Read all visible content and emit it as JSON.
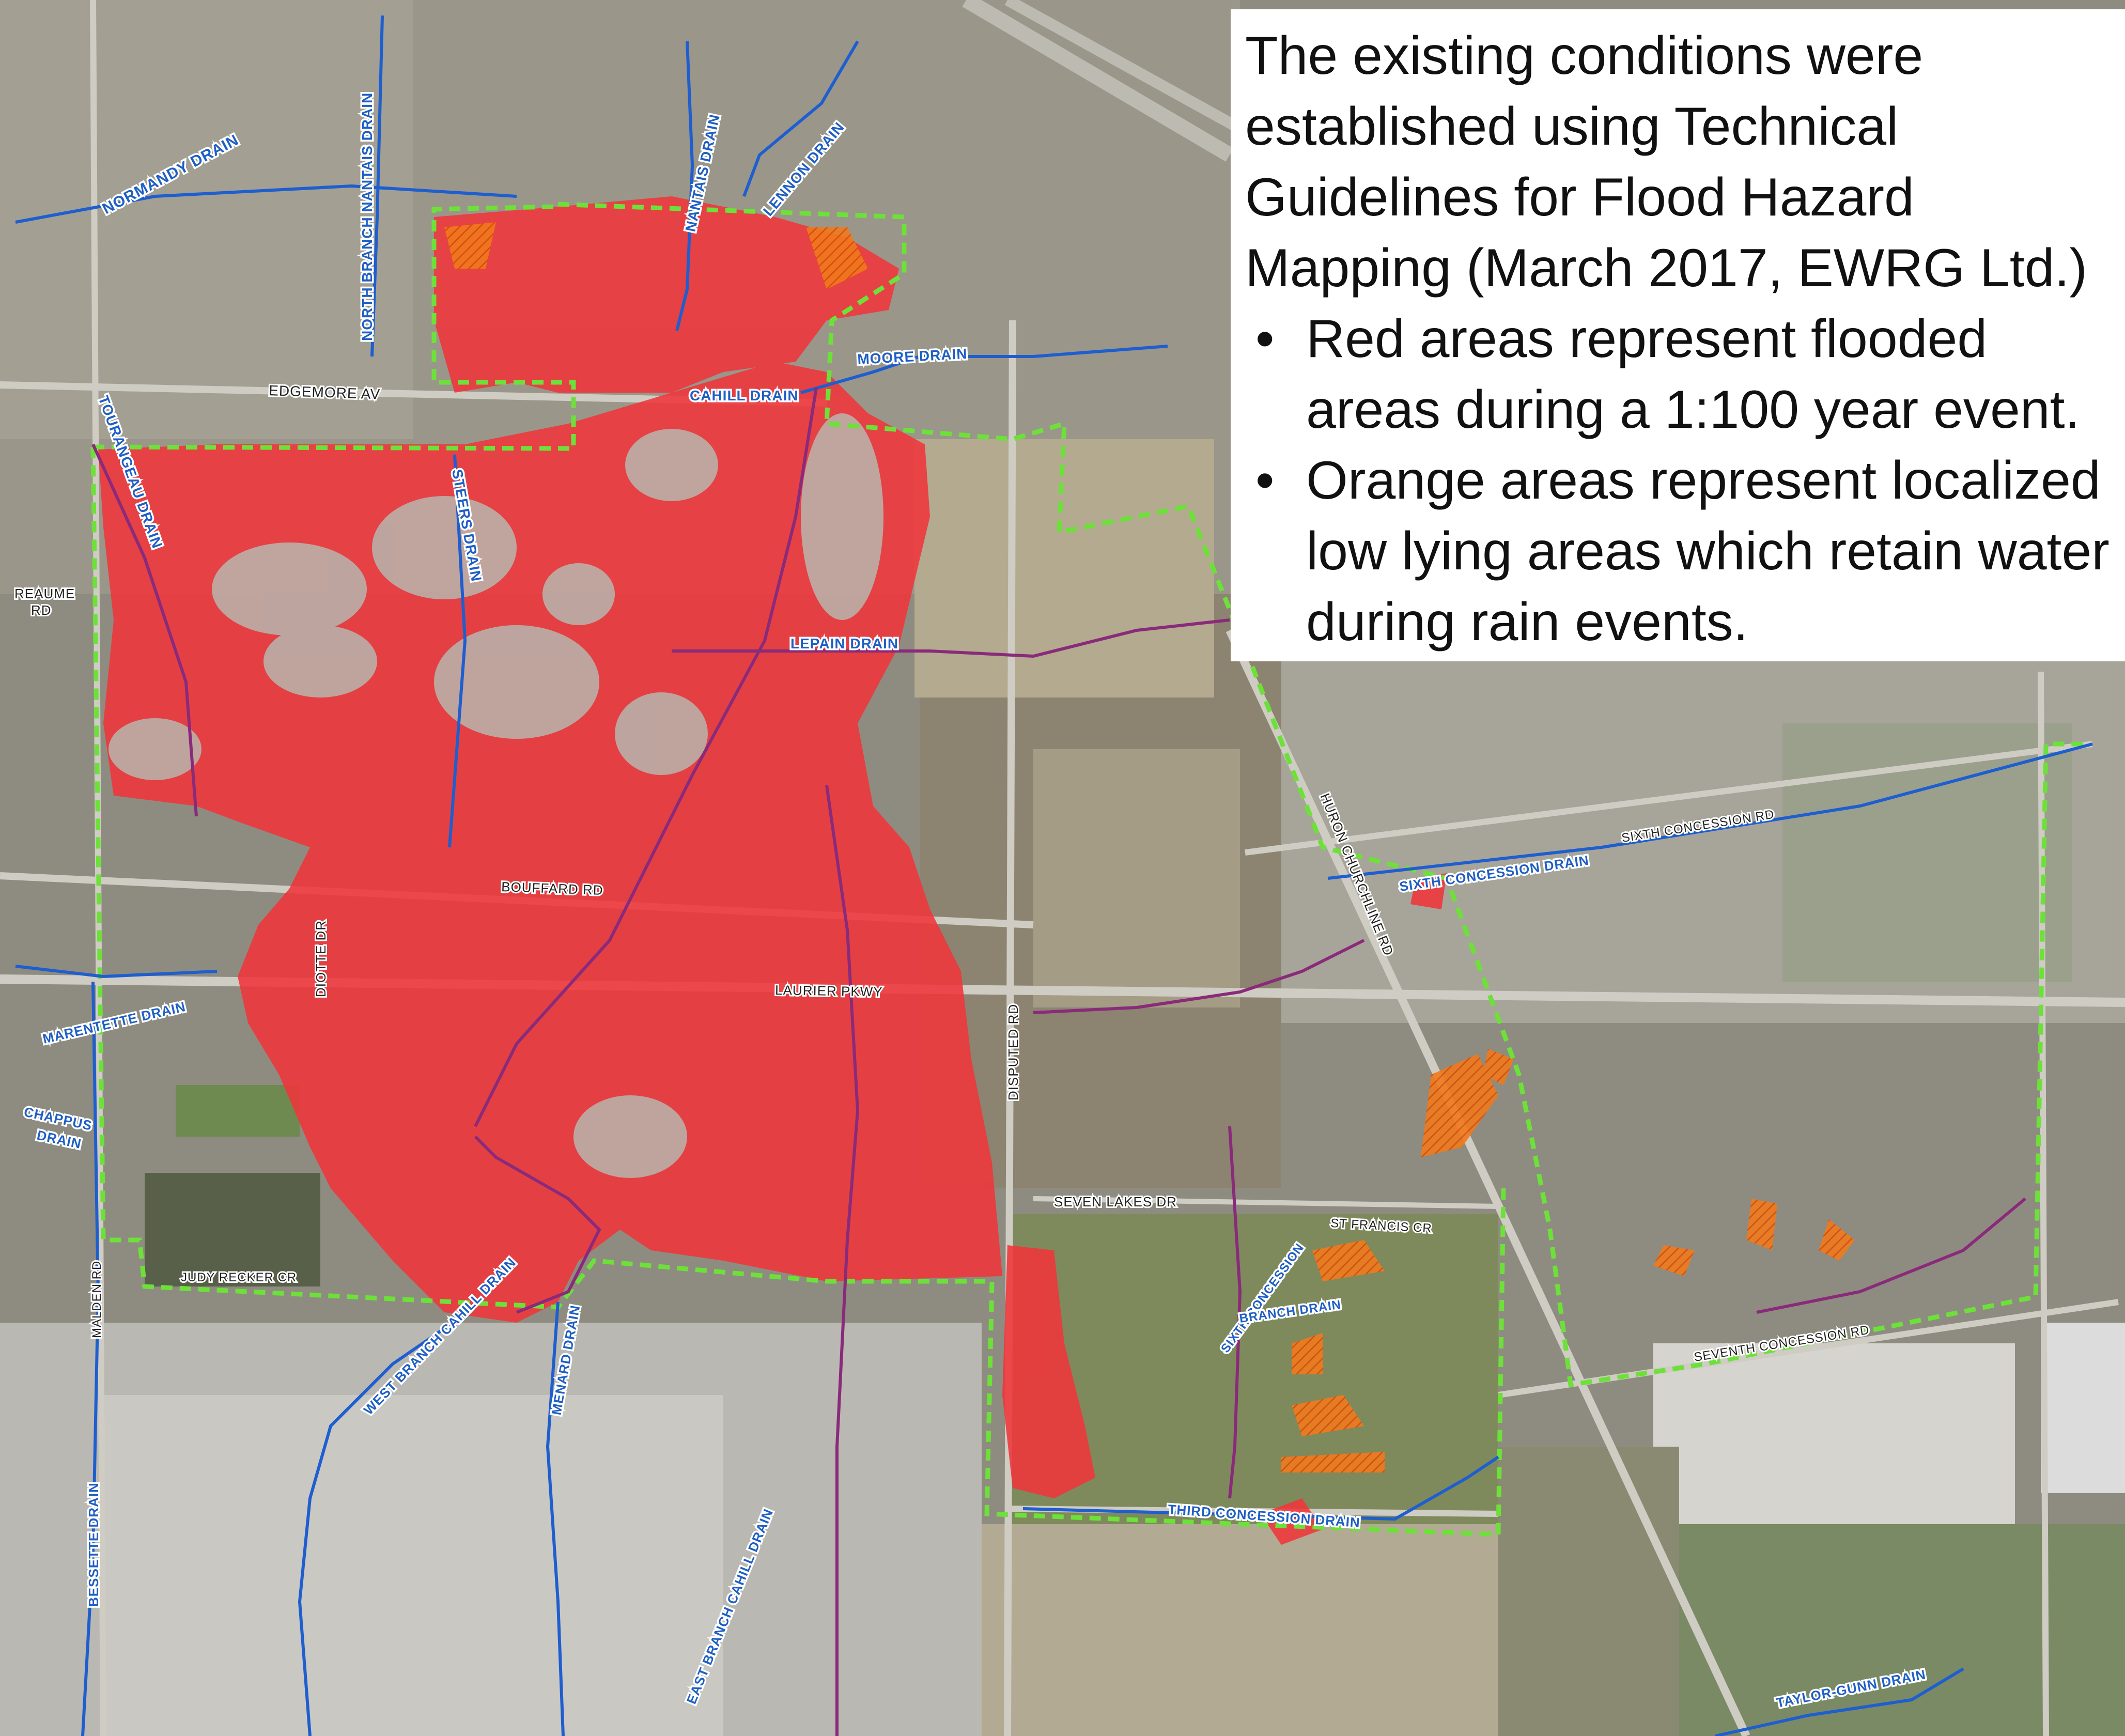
{
  "legend": {
    "intro": "The existing conditions were established using Technical Guidelines for Flood Hazard Mapping (March 2017, EWRG Ltd.)",
    "bullets": [
      "Red areas represent flooded areas during a 1:100 year event.",
      "Orange areas represent localized low lying areas which retain water during rain events."
    ],
    "bullet_glyph": "•"
  },
  "colors": {
    "flood_red": "#f0353a",
    "low_lying_orange": "#f07a1a",
    "drain_blue": "#1e5ecf",
    "drain_purple": "#8a2a7a",
    "study_boundary_green": "#6ee03a"
  },
  "drains": {
    "normandy": "NORMANDY DRAIN",
    "north_branch_nantais": "NORTH BRANCH NANTAIS DRAIN",
    "nantais": "NANTAIS DRAIN",
    "lennon": "LENNON DRAIN",
    "moore": "MOORE DRAIN",
    "cahill": "CAHILL DRAIN",
    "tourangeau": "TOURANGEAU DRAIN",
    "steers": "STEERS DRAIN",
    "lepain": "LEPAIN DRAIN",
    "marentette": "MARENTETTE DRAIN",
    "chappus_1": "CHAPPUS",
    "chappus_2": "DRAIN",
    "west_branch_cahill": "WEST BRANCH CAHILL DRAIN",
    "menard": "MENARD DRAIN",
    "bessette": "BESSETTE DRAIN",
    "east_branch_cahill": "EAST BRANCH CAHILL DRAIN",
    "sixth_concession": "SIXTH CONCESSION DRAIN",
    "sixth_concession_branch_1": "SIXTH CONCESSION",
    "sixth_concession_branch_2": "BRANCH DRAIN",
    "third_concession": "THIRD CONCESSION DRAIN",
    "taylor_gunn": "TAYLOR-GUNN DRAIN"
  },
  "roads": {
    "edgemore": "EDGEMORE AV",
    "reaume_1": "REAUME",
    "reaume_2": "RD",
    "bouffard": "BOUFFARD RD",
    "diotte": "DIOTTE DR",
    "laurier": "LAURIER PKWY",
    "disputed": "DISPUTED RD",
    "huron_church": "HURON CHURCHLINE RD",
    "sixth_concession_rd": "SIXTH CONCESSION RD",
    "seven_lakes": "SEVEN LAKES DR",
    "st_francis": "ST FRANCIS CR",
    "seventh_concession": "SEVENTH CONCESSION RD",
    "judy_recker": "JUDY RECKER CR",
    "malden": "MALDEN RD"
  }
}
